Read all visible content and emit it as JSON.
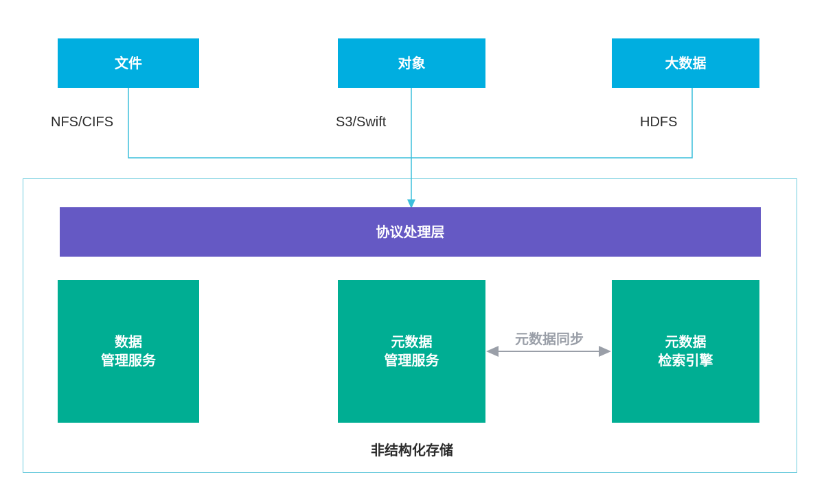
{
  "clients": [
    {
      "label": "文件",
      "protocol": "NFS/CIFS"
    },
    {
      "label": "对象",
      "protocol": "S3/Swift"
    },
    {
      "label": "大数据",
      "protocol": "HDFS"
    }
  ],
  "protocol_layer": "协议处理层",
  "services": {
    "data_mgmt": {
      "line1": "数据",
      "line2": "管理服务"
    },
    "meta_mgmt": {
      "line1": "元数据",
      "line2": "管理服务"
    },
    "meta_search": {
      "line1": "元数据",
      "line2": "检索引擎"
    }
  },
  "sync_label": "元数据同步",
  "storage_label": "非结构化存储",
  "colors": {
    "client_box": "#00aee0",
    "protocol_layer": "#6559c4",
    "service_box": "#00ae93",
    "connector": "#3cbfdc",
    "sync_arrow": "#9a9fa8",
    "outer_border": "#6ccbdd"
  }
}
